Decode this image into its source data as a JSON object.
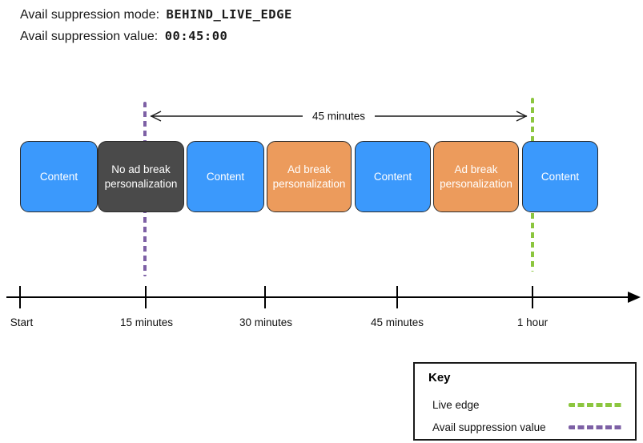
{
  "header": {
    "mode_label": "Avail suppression mode:",
    "mode_value": "BEHIND_LIVE_EDGE",
    "value_label": "Avail suppression value:",
    "value_value": "00:45:00"
  },
  "annotation": {
    "duration_label": "45 minutes"
  },
  "timeline": {
    "blocks": [
      {
        "label": "Content",
        "type": "content"
      },
      {
        "label": "No ad break personalization",
        "type": "no-ad-break-personalization"
      },
      {
        "label": "Content",
        "type": "content"
      },
      {
        "label": "Ad break personalization",
        "type": "ad-break-personalization"
      },
      {
        "label": "Content",
        "type": "content"
      },
      {
        "label": "Ad break personalization",
        "type": "ad-break-personalization"
      },
      {
        "label": "Content",
        "type": "content"
      }
    ]
  },
  "axis": {
    "tick_labels": [
      "Start",
      "15 minutes",
      "30 minutes",
      "45 minutes",
      "1 hour"
    ]
  },
  "key": {
    "title": "Key",
    "items": [
      {
        "label": "Live edge",
        "color": "#8CC63F"
      },
      {
        "label": "Avail suppression value",
        "color": "#7D60A5"
      }
    ]
  },
  "colors": {
    "content_block": "#3B99FC",
    "no_ad_block": "#4A4A4A",
    "ad_block": "#EC9B5C",
    "live_edge": "#8CC63F",
    "avail_suppression": "#7D60A5",
    "axis": "#000000"
  }
}
